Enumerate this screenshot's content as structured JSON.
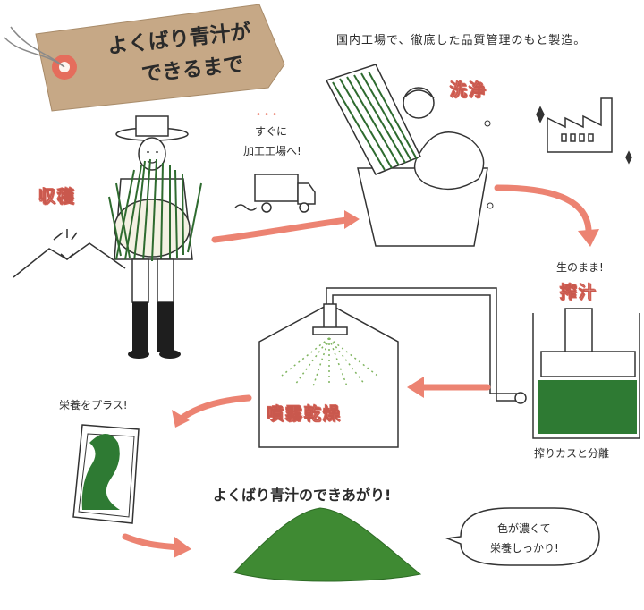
{
  "tag": {
    "line1": "よくばり青汁が",
    "line2": "できるまで"
  },
  "subtitle": "国内工場で、徹底した品質管理のもと製造。",
  "steps": {
    "harvest": "収穫",
    "wash": "洗浄",
    "squeeze": "搾汁",
    "spray_dry": "噴霧乾燥"
  },
  "notes": {
    "to_factory_line1": "すぐに",
    "to_factory_line2": "加工工場へ!",
    "raw": "生のまま!",
    "separate": "搾りカスと分離",
    "add_nutrition": "栄養をプラス!",
    "finished": "よくばり青汁のできあがり!",
    "bubble_line1": "色が濃くて",
    "bubble_line2": "栄養しっかり!"
  },
  "colors": {
    "accent": "#ec8372",
    "green": "#3b7a3b",
    "tag": "#c9ad89"
  }
}
